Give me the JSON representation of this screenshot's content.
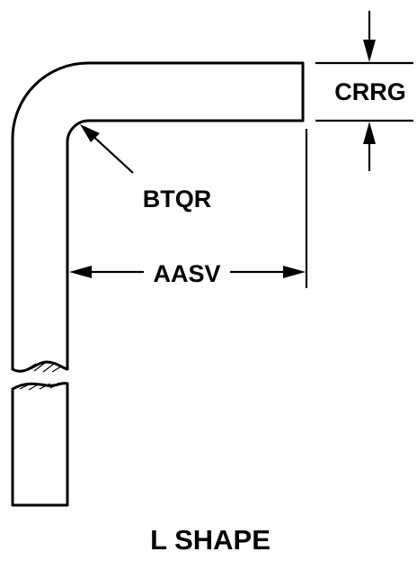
{
  "diagram": {
    "shape_title": "L SHAPE",
    "dimensions": {
      "thickness_label": "CRRG",
      "bend_radius_label": "BTQR",
      "leg_length_label": "AASV"
    }
  }
}
